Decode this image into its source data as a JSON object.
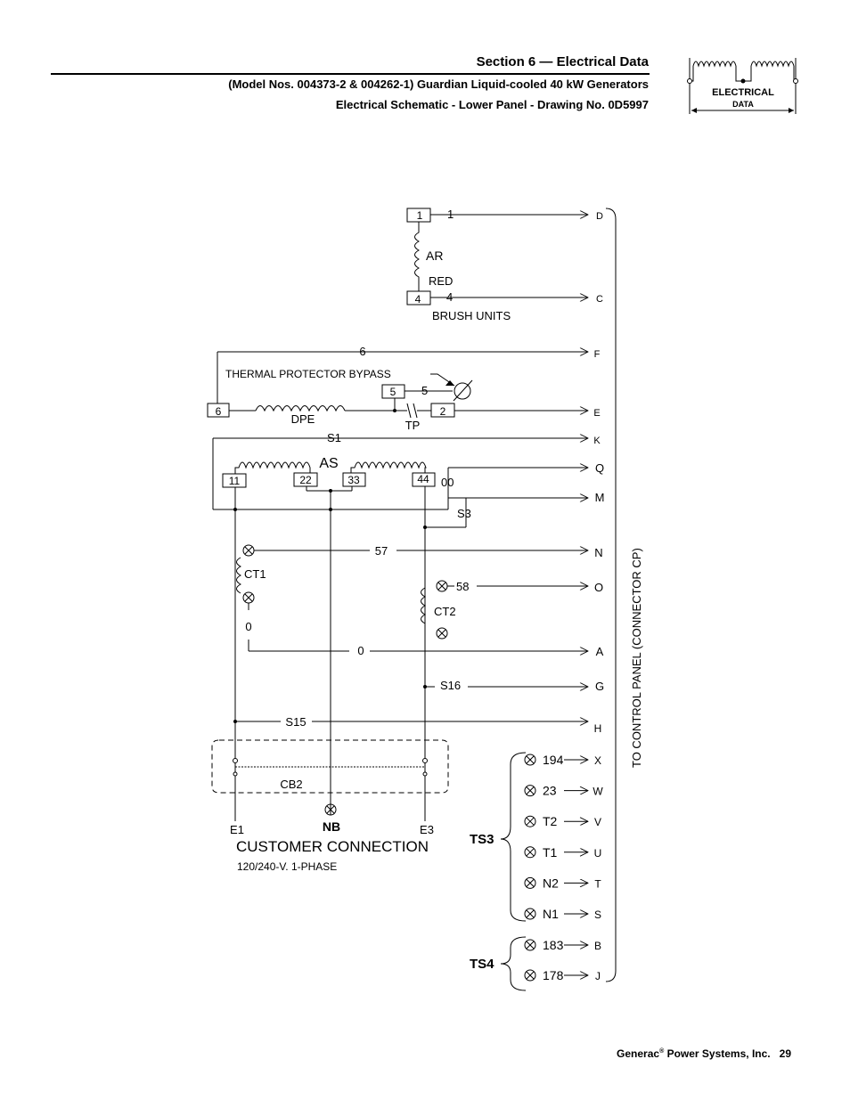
{
  "header": {
    "section_title": "Section 6 — Electrical Data",
    "model_line": "(Model Nos. 004373-2 & 004262-1) Guardian Liquid-cooled 40 kW Generators",
    "drawing_line": "Electrical Schematic - Lower Panel - Drawing No. 0D5997",
    "tab_line1": "ELECTRICAL",
    "tab_line2": "DATA"
  },
  "footer": {
    "company": "Generac",
    "reg": "®",
    "company_rest": " Power Systems, Inc.",
    "page_number": "29"
  },
  "diagram": {
    "brush": {
      "terminal_top": "1",
      "terminal_bottom": "4",
      "wire_top": "1",
      "wire_bottom": "4",
      "coil": "AR",
      "color": "RED",
      "caption": "BRUSH UNITS"
    },
    "dpe": {
      "wire_6": "6",
      "caption": "THERMAL PROTECTOR BYPASS",
      "terminal_5": "5",
      "wire_5": "5",
      "terminal_6": "6",
      "terminal_2": "2",
      "coil": "DPE",
      "switch": "TP"
    },
    "stator": {
      "s1": "S1",
      "coil": "AS",
      "t11": "11",
      "t22": "22",
      "t33": "33",
      "t44": "44",
      "w00": "00",
      "s3": "S3"
    },
    "ct": {
      "w57": "57",
      "ct1": "CT1",
      "w58": "58",
      "ct2": "CT2",
      "zero_a": "0",
      "zero_b": "0",
      "s16": "S16",
      "s15": "S15"
    },
    "breaker": {
      "label": "CB2"
    },
    "customer": {
      "e1": "E1",
      "nb": "NB",
      "e3": "E3",
      "title": "CUSTOMER CONNECTION",
      "subtitle": "120/240-V. 1-PHASE"
    },
    "pins": {
      "D": "D",
      "C": "C",
      "F": "F",
      "E": "E",
      "K": "K",
      "Q": "Q",
      "M": "M",
      "N": "N",
      "O": "O",
      "A": "A",
      "G": "G",
      "H": "H"
    },
    "ts3": {
      "label": "TS3",
      "rows": [
        {
          "wire": "194",
          "pin": "X"
        },
        {
          "wire": "23",
          "pin": "W"
        },
        {
          "wire": "T2",
          "pin": "V"
        },
        {
          "wire": "T1",
          "pin": "U"
        },
        {
          "wire": "N2",
          "pin": "T"
        },
        {
          "wire": "N1",
          "pin": "S"
        }
      ]
    },
    "ts4": {
      "label": "TS4",
      "rows": [
        {
          "wire": "183",
          "pin": "B"
        },
        {
          "wire": "178",
          "pin": "J"
        }
      ]
    },
    "side_label": "TO CONTROL PANEL (CONNECTOR CP)"
  }
}
